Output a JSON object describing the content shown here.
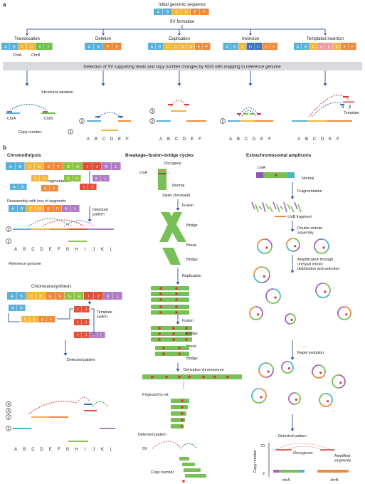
{
  "panel_a": {
    "letter": "a",
    "top_title": "Initial genomic sequence",
    "top_segments": [
      "A",
      "B",
      "C",
      "D",
      "E",
      "F"
    ],
    "sv_formation": "SV formation",
    "categories": [
      {
        "title": "Translocation",
        "segments": [
          "A",
          "B",
          "C",
          "D",
          "X",
          "Y"
        ]
      },
      {
        "title": "Deletion",
        "segments": [
          "A",
          "B",
          "E",
          "F"
        ]
      },
      {
        "title": "Duplication",
        "segments": [
          "A",
          "B",
          "C",
          "D",
          "C",
          "D",
          "E",
          "F"
        ]
      },
      {
        "title": "Inversion",
        "segments": [
          "A",
          "B",
          "C",
          "D",
          "C",
          "E",
          "F"
        ]
      },
      {
        "title": "Templated insertion",
        "segments": [
          "A",
          "B",
          "C",
          "α",
          "β",
          "D",
          "E",
          "F"
        ]
      }
    ],
    "chr_a": "ChrA",
    "chr_b": "ChrB",
    "banner": "Detection  of SV supporting reads and copy number changes by NGS with mapping to reference genome",
    "structural_variation": "Structural variation",
    "copy_number": "Copy number",
    "template": "Template",
    "alpha": "α",
    "beta": "β",
    "bottom_letters": [
      "A",
      "B",
      "C",
      "D",
      "E",
      "F"
    ],
    "cn_labels": [
      "1",
      "2",
      "3"
    ]
  },
  "panel_b": {
    "letter": "b",
    "chromothripsis": {
      "title": "Chromothripsis",
      "segments": [
        "A",
        "B",
        "C",
        "D",
        "E",
        "F",
        "G",
        "H",
        "I",
        "J",
        "K",
        "L"
      ],
      "fragmentation": "Fragmentation",
      "reassembly": "Reassembly  with loss of segments",
      "detected_pattern": "Detected\npattern",
      "reference_genome": "Reference genome",
      "letters": [
        "A",
        "B",
        "C",
        "D",
        "E",
        "F",
        "G",
        "H",
        "I",
        "J",
        "K",
        "L"
      ]
    },
    "chromoanasynthesis": {
      "title": "Chromoanasynthesis",
      "template_switch": "Template\nswitch",
      "detected_pattern": "Detected pattern"
    },
    "bfb": {
      "title": "Breakage–fusion–bridge cycles",
      "oncogene": "Oncogene",
      "chr_a": "chrA",
      "normal": "Normal",
      "sister": "Sister chromatid",
      "fusion": "Fusion",
      "bridge": "Bridge",
      "break": "Break",
      "replication": "Replication",
      "derivative": "Derivative chromosome",
      "projected": "Projected to ref.",
      "detected_pattern": "Detected pattern",
      "sv": "SV",
      "copy_number": "Copy number"
    },
    "ecdna": {
      "title": "Extrachromosomal amplicons",
      "chr_a": "chrA",
      "normal": "Normal",
      "fragmentation": "Fragmentation",
      "chrb_fragment": "chrB fragment",
      "double_minute": "Double-minute\nassembly",
      "amplification": "Amplification through\nunequal mitotic\ndistribution and selection",
      "rapid_evolution": "Rapid evolution",
      "detected_pattern": "Detected pattern",
      "oncogenes": "Oncogenes",
      "amplified_segments": "Amplified\nsegments",
      "copy_number_axis": "Copy number",
      "y_ticks": [
        "70",
        "2"
      ],
      "chr_labels": [
        "chrA",
        "chrB"
      ],
      "ellipsis": "..."
    }
  },
  "colors": {
    "A": "#5ab0d8",
    "B": "#5ab0d8",
    "C": "#f4b63d",
    "D": "#f4b63d",
    "E": "#ef8a3c",
    "F": "#ef8a3c",
    "G": "#8cc63f",
    "H": "#8cc63f",
    "I": "#e0513c",
    "J": "#e0513c",
    "K": "#b07cc6",
    "L": "#b07cc6",
    "X": "#6fbf4a",
    "Y": "#6fbf4a",
    "α": "#f29aa0",
    "β": "#f29aa0",
    "inv": "#3a73b8",
    "banner": "#d9dadf",
    "green_chr": "#77bf56",
    "red": "#d23a2e",
    "arrow": "#3f5f9c"
  }
}
